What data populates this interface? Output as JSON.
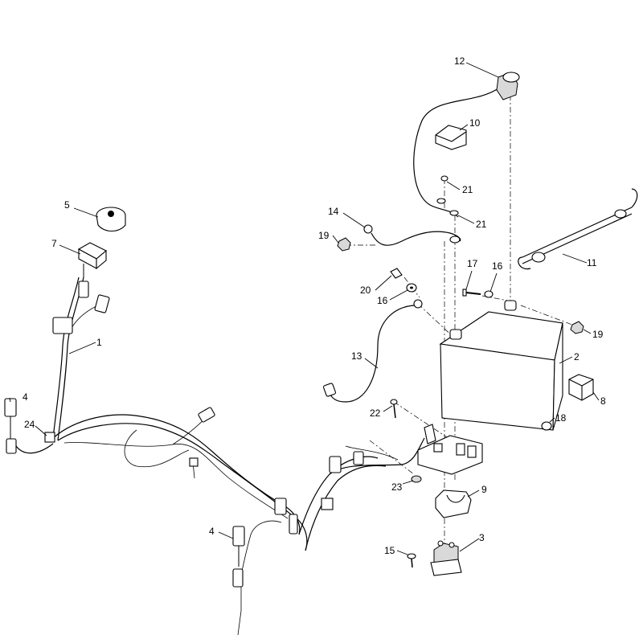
{
  "diagram": {
    "callouts": {
      "c1": "1",
      "c2": "2",
      "c3": "3",
      "c4a": "4",
      "c4b": "4",
      "c5": "5",
      "c7": "7",
      "c8": "8",
      "c9": "9",
      "c10": "10",
      "c11": "11",
      "c12": "12",
      "c13": "13",
      "c14": "14",
      "c15": "15",
      "c16a": "16",
      "c16b": "16",
      "c17": "17",
      "c18": "18",
      "c19a": "19",
      "c19b": "19",
      "c20": "20",
      "c21a": "21",
      "c21b": "21",
      "c22": "22",
      "c23": "23",
      "c24": "24"
    }
  }
}
